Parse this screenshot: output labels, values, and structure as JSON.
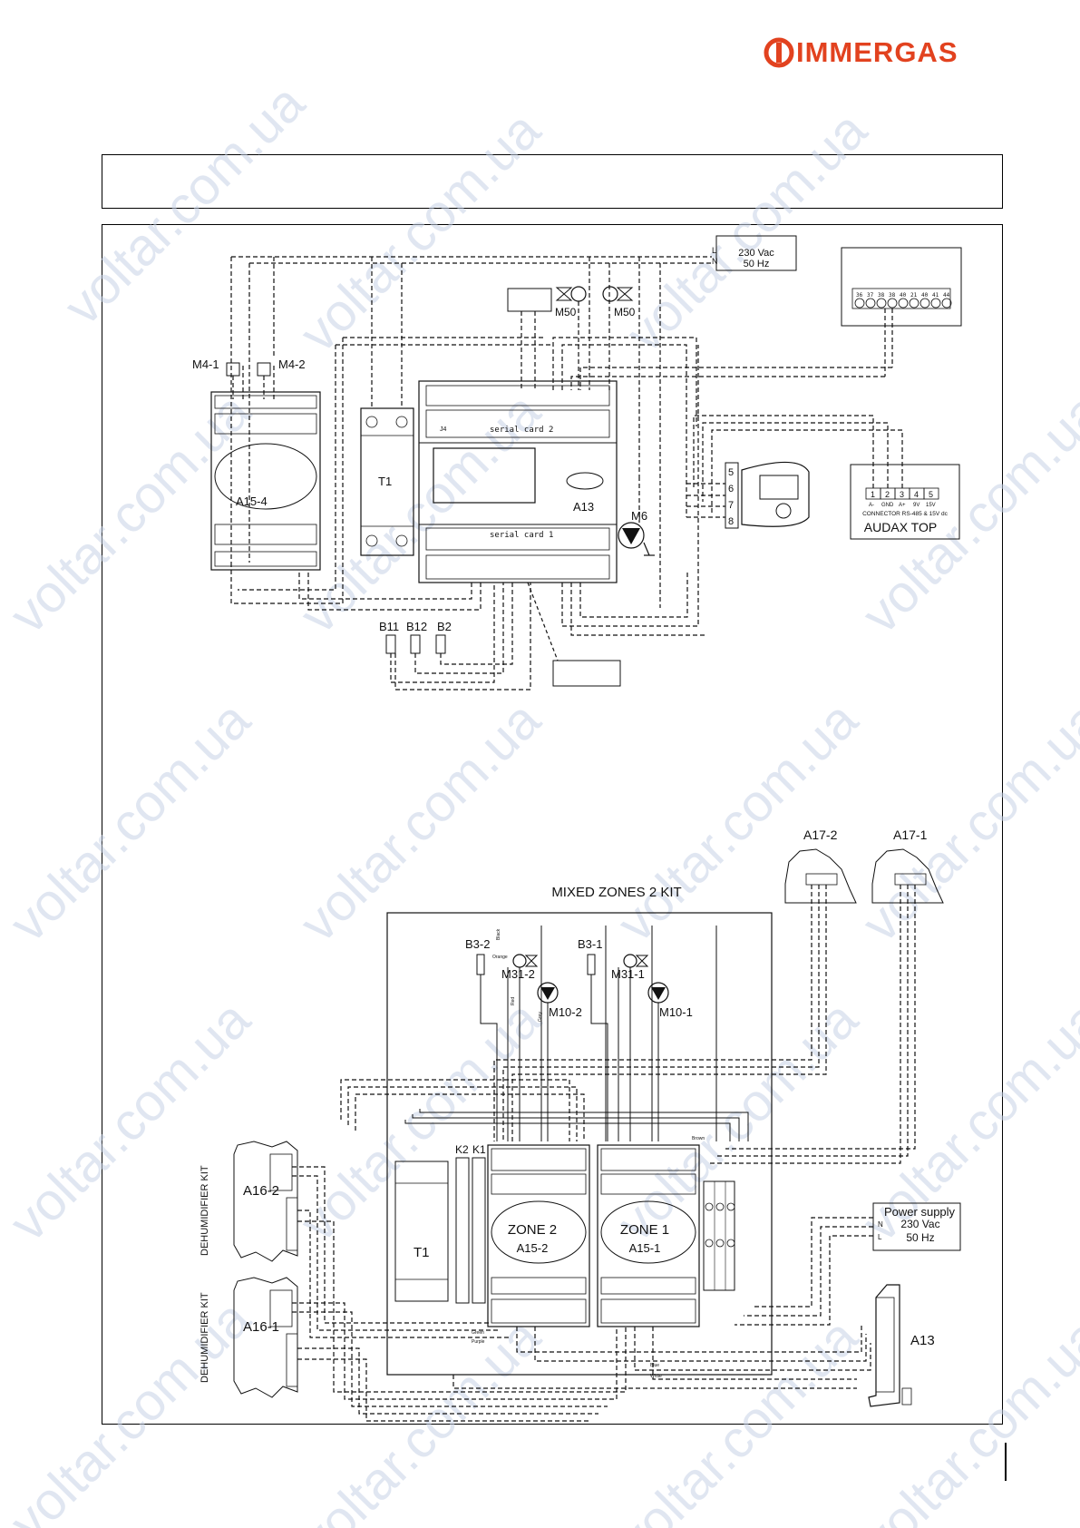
{
  "brand": {
    "name": "IMMERGAS",
    "color": "#e2421f"
  },
  "watermark": {
    "text": "voltar.com.ua",
    "color": "#c7d3e6"
  },
  "header_box": {
    "text": ""
  },
  "upper": {
    "power": {
      "l": "L",
      "n": "N",
      "voltage": "230 Vac",
      "freq": "50 Hz"
    },
    "labels": {
      "m4_1": "M4-1",
      "m4_2": "M4-2",
      "m50_a": "M50",
      "m50_b": "M50",
      "a15_4": "A15-4",
      "t1": "T1",
      "a13": "A13",
      "m6": "M6",
      "b11": "B11",
      "b12": "B12",
      "b2": "B2",
      "j4": "J4",
      "serial2": "serial card 2",
      "serial1": "serial card 1"
    },
    "terminal_strip": [
      "36",
      "37",
      "38",
      "38",
      "40",
      "21",
      "40",
      "41",
      "44"
    ],
    "connector_pins": [
      "5",
      "6",
      "7",
      "8"
    ],
    "audax": {
      "pins": [
        "1",
        "2",
        "3",
        "4",
        "5"
      ],
      "pin_names": [
        "A-",
        "GND",
        "A+",
        "9V",
        "15V"
      ],
      "connector": "CONNECTOR RS-485 & 15V dc",
      "name": "AUDAX TOP"
    }
  },
  "lower": {
    "kit_title": "MIXED ZONES 2 KIT",
    "labels": {
      "a17_2": "A17-2",
      "a17_1": "A17-1",
      "b3_2": "B3-2",
      "b3_1": "B3-1",
      "m31_2": "M31-2",
      "m31_1": "M31-1",
      "m10_2": "M10-2",
      "m10_1": "M10-1",
      "k2": "K2",
      "k1": "K1",
      "t1": "T1",
      "zone2": "ZONE 2",
      "a15_2": "A15-2",
      "zone1": "ZONE 1",
      "a15_1": "A15-1",
      "a16_2": "A16-2",
      "a16_1": "A16-1",
      "a13": "A13",
      "dehumidifier_1": "DEHUMIDIFIER KIT",
      "dehumidifier_2": "DEHUMIDIFIER KIT"
    },
    "wire_colors": [
      "Black",
      "Orange",
      "Red",
      "Grey",
      "Brown",
      "Blue",
      "White",
      "Green",
      "Purple"
    ],
    "power_supply": {
      "title": "Power supply",
      "n": "N",
      "l": "L",
      "voltage": "230 Vac",
      "freq": "50 Hz"
    }
  }
}
